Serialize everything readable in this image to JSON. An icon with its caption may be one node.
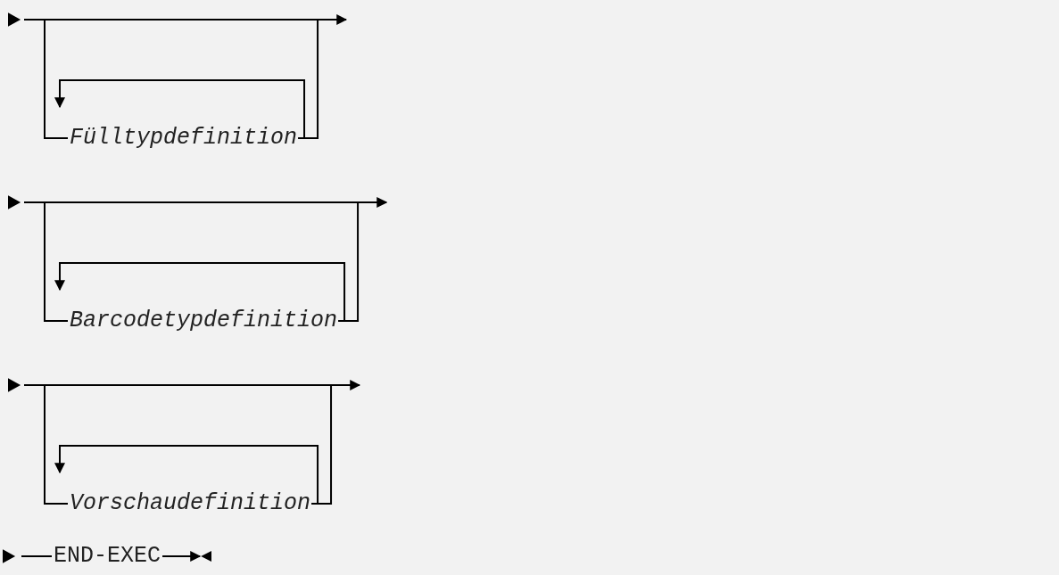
{
  "diagram": {
    "nodes": [
      {
        "text": [
          "Fülltypdefinition"
        ]
      },
      {
        "text": [
          "Barcodetypdefinition"
        ]
      },
      {
        "text": [
          "Vorschaudefinition"
        ]
      },
      {
        "text": [
          "END-EXEC"
        ]
      }
    ],
    "edges": [
      {
        "from": null,
        "to": 0,
        "arrow": "none"
      },
      {
        "from": 0,
        "to": null,
        "arrow": "none"
      },
      {
        "from": null,
        "to": 1,
        "arrow": "none"
      },
      {
        "from": 1,
        "to": null,
        "arrow": "none"
      },
      {
        "from": null,
        "to": 2,
        "arrow": "none"
      },
      {
        "from": 2,
        "to": null,
        "arrow": "none"
      },
      {
        "from": null,
        "to": 3,
        "arrow": "none"
      },
      {
        "from": 3,
        "to": null,
        "arrow": "to"
      }
    ]
  }
}
